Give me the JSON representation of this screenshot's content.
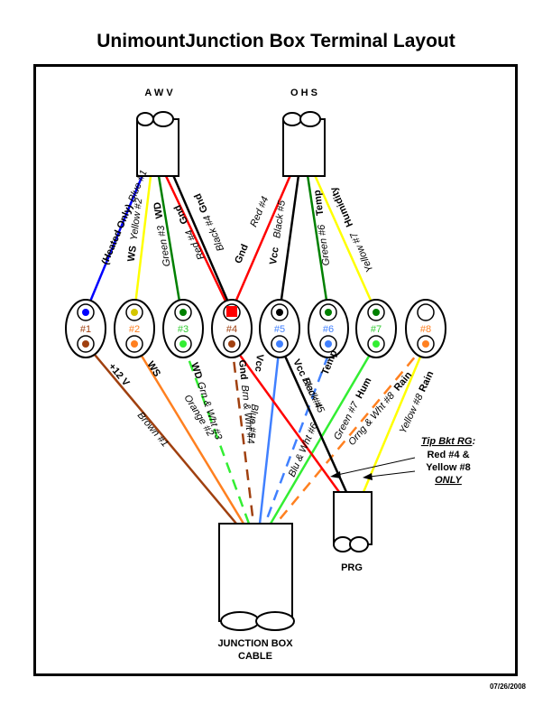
{
  "title": "UnimountJunction Box Terminal Layout",
  "date": "07/26/2008",
  "sensors": {
    "awv": "A W V",
    "ohs": "O H S"
  },
  "connectors": {
    "prg": "PRG",
    "junction_line1": "JUNCTION BOX",
    "junction_line2": "CABLE"
  },
  "terminals": [
    "#1",
    "#2",
    "#3",
    "#4",
    "#5",
    "#6",
    "#7",
    "#8"
  ],
  "awv_wires": {
    "blue": "Blue #1",
    "heated": "(Heated Only)",
    "yellow": "Yellow #2",
    "ws": "WS",
    "green": "Green #3",
    "wd": "WD",
    "red": "Red #4",
    "gnd1": "Gnd",
    "black": "Black #4",
    "gnd2": "Gnd"
  },
  "ohs_wires": {
    "red": "Red #4",
    "gnd": "Gnd",
    "black": "Black #5",
    "vcc": "Vcc",
    "green": "Green #6",
    "temp": "Temp",
    "yellow": "Yellow #7",
    "humidity": "Humidity"
  },
  "lower_labels": {
    "v12": "+12 V",
    "brown": "Brown #1",
    "ws": "WS",
    "orange": "Orange #2",
    "wd": "WD",
    "grnwht": "Grn & Wht #3",
    "gnd": "Gnd",
    "brnwht": "Brn & Wht #4",
    "vcc": "Vcc",
    "blue": "Blue #5",
    "vcc2": "Vcc",
    "red": "Red #4",
    "temp": "Temp",
    "black": "Black #5",
    "bluwht": "Blu & Wht #6",
    "hum": "Hum",
    "green": "Green #7",
    "rain": "Rain",
    "orngwht": "Orng & Wht #8",
    "rain2": "Rain",
    "yellow": "Yellow #8"
  },
  "tip_note": {
    "heading": "Tip Bkt RG",
    "colon": ":",
    "line2": "Red #4 &",
    "line3": "Yellow #8",
    "line4": "ONLY"
  }
}
